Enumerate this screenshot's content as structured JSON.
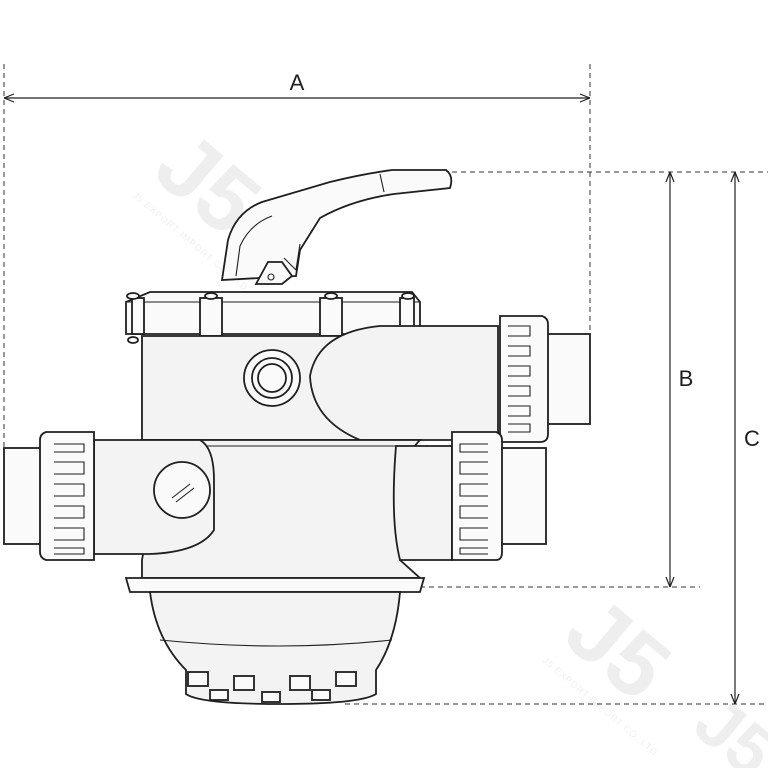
{
  "diagram": {
    "dimensions": [
      {
        "id": "A",
        "label": "A"
      },
      {
        "id": "B",
        "label": "B"
      },
      {
        "id": "C",
        "label": "C"
      }
    ],
    "watermark": {
      "logo_text": "J5",
      "company_text": "J5 EXPORT IMPORT CO.,LTD"
    },
    "colors": {
      "line": "#1f1f1f",
      "fill": "#f3f3f3",
      "background": "#ffffff"
    }
  }
}
